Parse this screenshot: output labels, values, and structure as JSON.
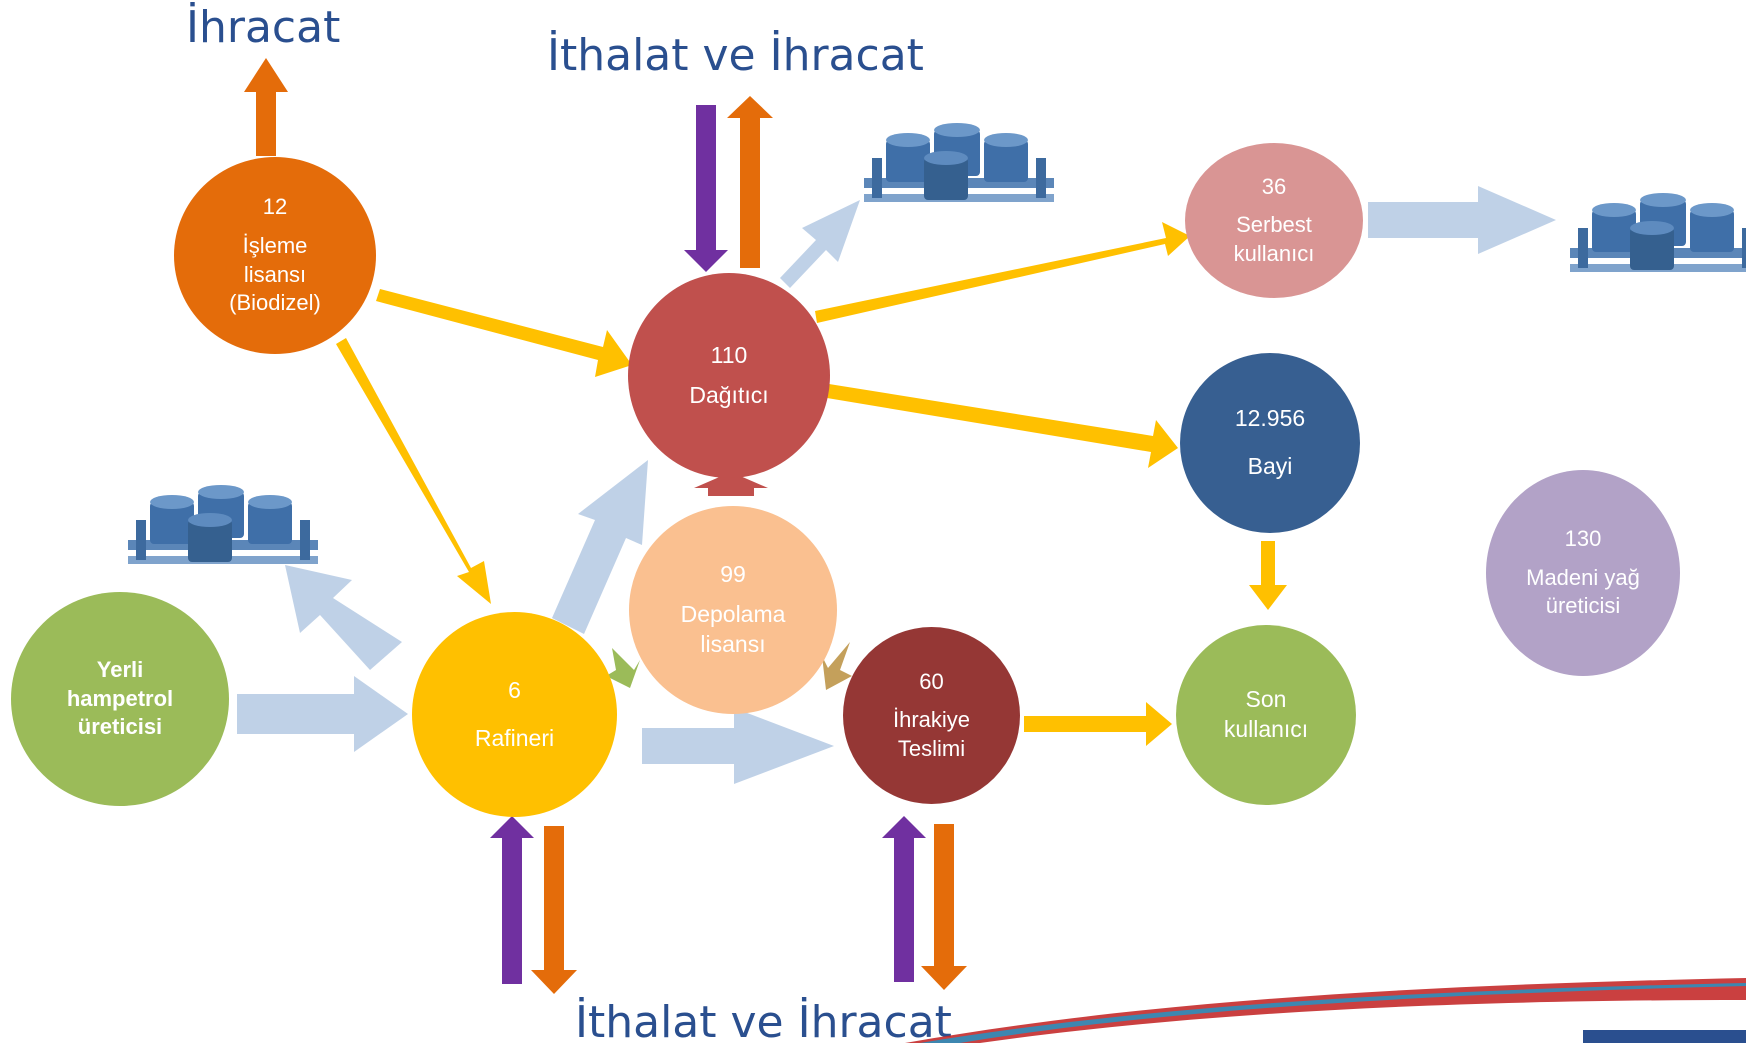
{
  "headers": {
    "top_left": "İhracat",
    "top_mid": "İthalat ve İhracat",
    "bottom": "İthalat ve İhracat"
  },
  "nodes": {
    "isleme": {
      "count": "12",
      "label": "İşleme\nlisansı\n(Biodizel)",
      "color": "#e46c0a"
    },
    "dagitici": {
      "count": "110",
      "label": "Dağıtıcı",
      "color": "#c0504d"
    },
    "serbest": {
      "count": "36",
      "label": "Serbest\nkullanıcı",
      "color": "#d99594"
    },
    "bayi": {
      "count": "12.956",
      "label": "Bayi",
      "color": "#375f91"
    },
    "madeni": {
      "count": "130",
      "label": "Madeni yağ\nüreticisi",
      "color": "#b2a2c7"
    },
    "depolama": {
      "count": "99",
      "label": "Depolama\nlisansı",
      "color": "#fac090"
    },
    "rafineri": {
      "count": "6",
      "label": "Rafineri",
      "color": "#ffc000"
    },
    "ihrakiye": {
      "count": "60",
      "label": "İhrakiye\nTeslimi",
      "color": "#953735"
    },
    "son": {
      "count": "",
      "label": "Son\nkullanıcı",
      "color": "#9bbb59"
    },
    "yerli": {
      "count": "",
      "label": "Yerli\nhampetrol\nüreticisi",
      "color": "#9bbb59"
    }
  },
  "colors": {
    "flow": "#ffc000",
    "export": "#e46c0a",
    "import": "#7030a0",
    "pipeline": "#b8cce4",
    "title": "#2a4f8f"
  },
  "icons": [
    "storage-tanks-icon"
  ]
}
